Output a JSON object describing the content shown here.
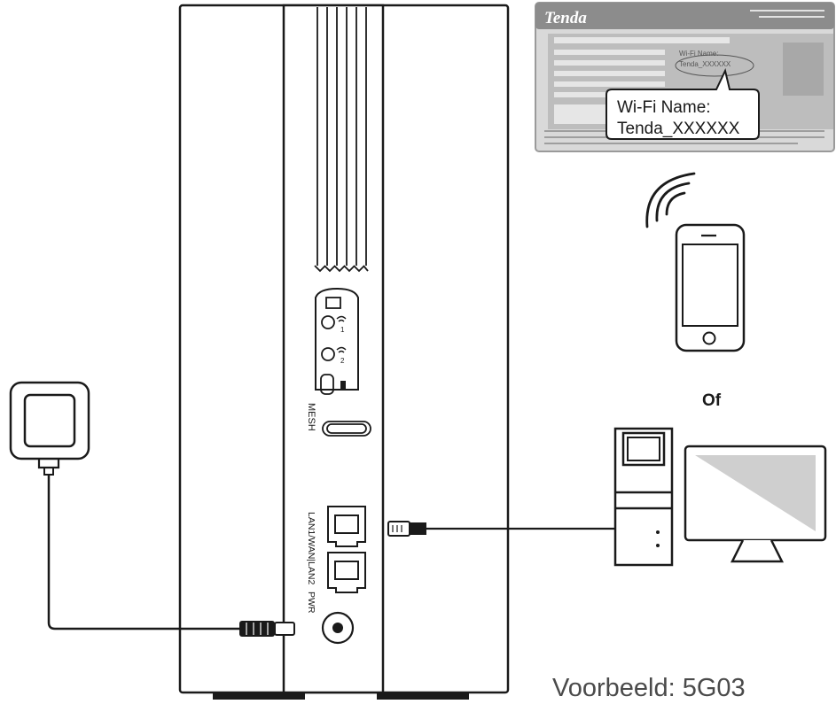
{
  "label": {
    "brand": "Tenda",
    "wifi_name_label": "Wi-Fi Name:",
    "wifi_name_value": "Tenda_XXXXXX",
    "small_wifi_name_label": "Wi-Fi Name:",
    "small_wifi_name_value": "Tenda_XXXXXX"
  },
  "router": {
    "mesh_label": "MESH",
    "port_label": "LAN1/WAN|LAN2",
    "pwr_label": "PWR",
    "wifi_1": "1",
    "wifi_2": "2"
  },
  "connector": "Of",
  "caption": "Voorbeeld: 5G03",
  "colors": {
    "stroke": "#1a1a1a",
    "label_bg": "#d9d9d9",
    "label_panel": "#bdbdbd",
    "screen": "#cfcfcf"
  },
  "icons": [
    "power-adapter-icon",
    "wifi-signal-icon",
    "smartphone-icon",
    "computer-icon",
    "monitor-icon",
    "ethernet-plug-icon"
  ]
}
